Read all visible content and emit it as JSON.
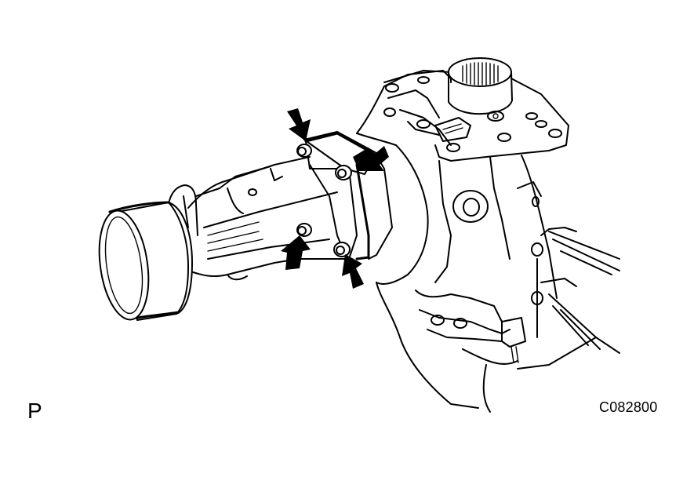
{
  "figure": {
    "view_label": "P",
    "figure_code": "C082800",
    "subject": "transfer-case-extension-housing",
    "arrow_count": 4,
    "colors": {
      "line": "#000000",
      "background": "#ffffff"
    },
    "arrows": [
      {
        "id": "arrow-top-left",
        "target": "upper-left-bolt"
      },
      {
        "id": "arrow-top-right",
        "target": "flange-upper-right"
      },
      {
        "id": "arrow-bottom-left",
        "target": "lower-left-bolt"
      },
      {
        "id": "arrow-bottom-right",
        "target": "lower-right-bolt"
      }
    ]
  }
}
